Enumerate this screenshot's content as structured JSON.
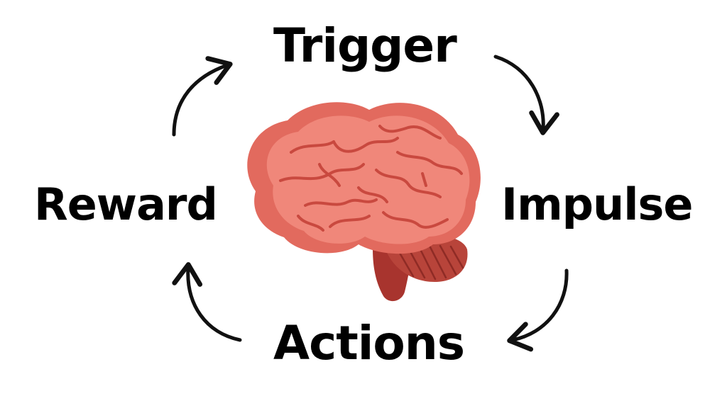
{
  "diagram": {
    "nodes": {
      "trigger": "Trigger",
      "impulse": "Impulse",
      "actions": "Actions",
      "reward": "Reward"
    },
    "cycle_order": [
      "Trigger",
      "Impulse",
      "Actions",
      "Reward"
    ],
    "arrow_color": "#111111",
    "brain_colors": {
      "cerebrum": "#F0877A",
      "cerebrum_shadow": "#E26A5E",
      "folds": "#C9493F",
      "cerebellum": "#B8443A",
      "brainstem": "#A8342E"
    },
    "icons": [
      "brain-icon"
    ]
  }
}
